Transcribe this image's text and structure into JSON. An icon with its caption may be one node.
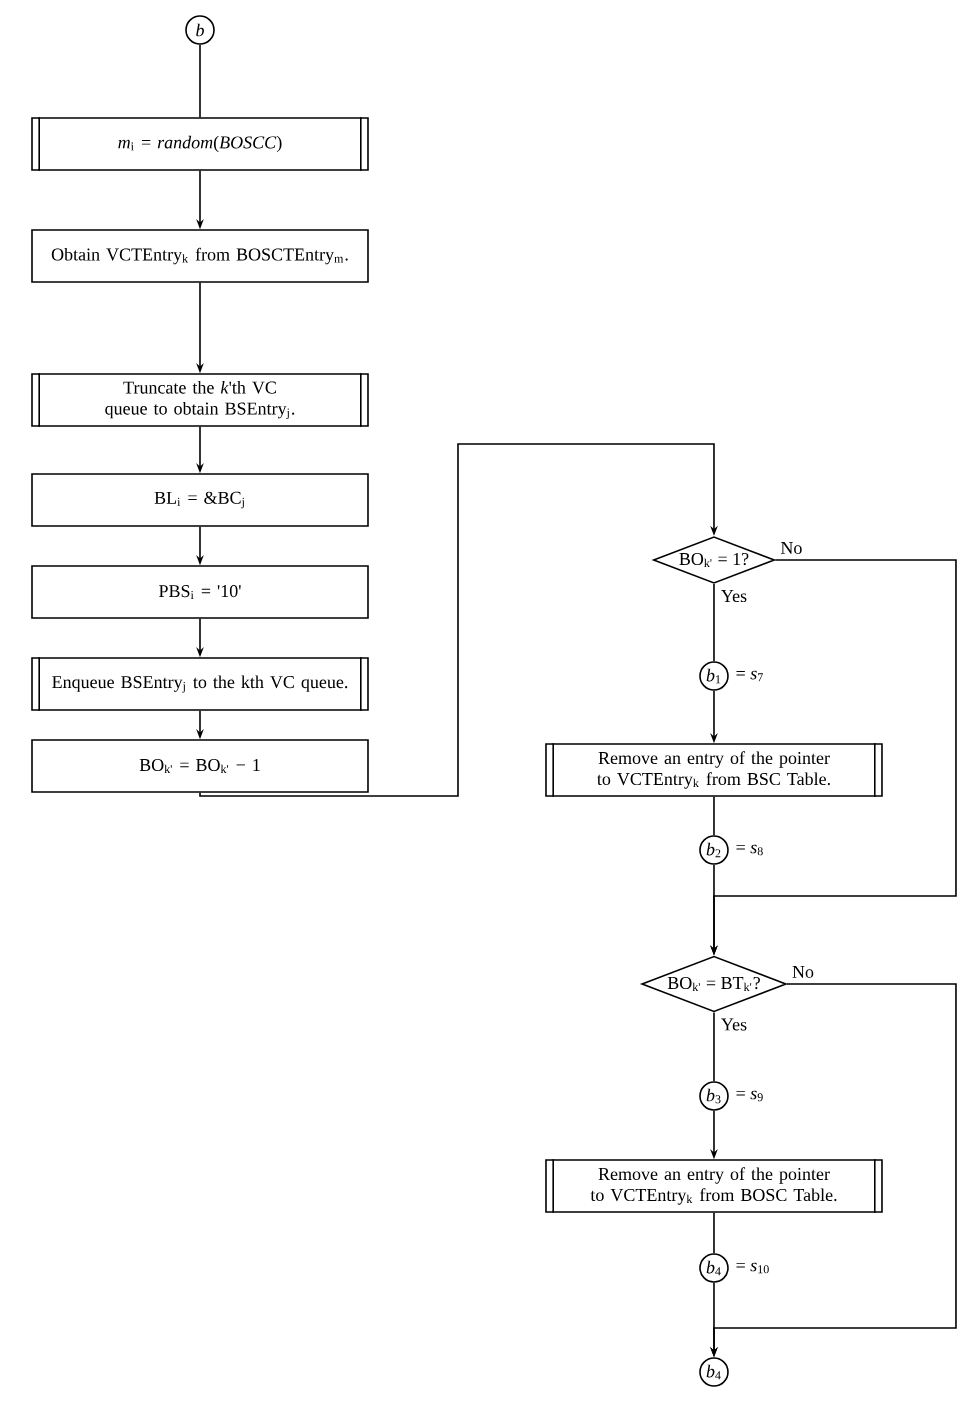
{
  "diagram": {
    "nodes": [
      {
        "text": [
          "*b*"
        ]
      },
      {
        "text": [
          "*m*$_{i}$ = *random*(*BOSCC*)"
        ]
      },
      {
        "text": [
          "Obtain VCTEntry$_{k}$ from BOSCTEntry$_{m}$."
        ]
      },
      {
        "text": [
          "Truncate the *k*'th VC queue to obtain BSEntry$_{j}$."
        ]
      },
      {
        "text": [
          "BL$_{i}$ = &BC$_{j}$"
        ]
      },
      {
        "text": [
          "PBS$_{i}$ = '10'"
        ]
      },
      {
        "text": [
          "Enqueue BSEntry$_{j}$ to the kth VC queue."
        ]
      },
      {
        "text": [
          "BO$_{k'}$ = BO$_{k'}$ − 1"
        ]
      },
      {
        "text": [
          "BO$_{k'}$ = 1?"
        ]
      },
      {
        "text": [
          "*b*$_{1}$"
        ],
        "beside": [
          "= *s*$_{7}$"
        ]
      },
      {
        "text": [
          "Remove an entry of the pointer to VCTEntry$_{k}$ from BSC Table."
        ]
      },
      {
        "text": [
          "*b*$_{2}$"
        ],
        "beside": [
          "= *s*$_{8}$"
        ]
      },
      {
        "text": [
          "BO$_{k'}$ = BT$_{k'}$?"
        ]
      },
      {
        "text": [
          "*b*$_{3}$"
        ],
        "beside": [
          "= *s*$_{9}$"
        ]
      },
      {
        "text": [
          "Remove an entry of the pointer to VCTEntry$_{k}$ from BOSC Table."
        ]
      },
      {
        "text": [
          "*b*$_{4}$"
        ],
        "beside": [
          "= *s*$_{10}$"
        ]
      },
      {
        "text": [
          "*b*$_{4}$"
        ]
      }
    ],
    "edges": [
      {
        "from": 0,
        "to": 1,
        "arrow": "none"
      },
      {
        "from": 1,
        "to": 2,
        "arrow": "to"
      },
      {
        "from": 2,
        "to": 3,
        "arrow": "to"
      },
      {
        "from": 3,
        "to": 4,
        "arrow": "to"
      },
      {
        "from": 4,
        "to": 5,
        "arrow": "to"
      },
      {
        "from": 5,
        "to": 6,
        "arrow": "to"
      },
      {
        "from": 6,
        "to": 7,
        "arrow": "to"
      },
      {
        "from": 7,
        "to": 8,
        "arrow": "to"
      },
      {
        "from": 8,
        "to": 9,
        "arrow": "none",
        "label": "Yes"
      },
      {
        "from": 9,
        "to": 10,
        "arrow": "to"
      },
      {
        "from": 10,
        "to": 11,
        "arrow": "none"
      },
      {
        "from": 11,
        "to": 12,
        "arrow": "to"
      },
      {
        "from": 8,
        "to": 12,
        "arrow": "to",
        "label": "No"
      },
      {
        "from": 12,
        "to": 13,
        "arrow": "none",
        "label": "Yes"
      },
      {
        "from": 13,
        "to": 14,
        "arrow": "to"
      },
      {
        "from": 14,
        "to": 15,
        "arrow": "none"
      },
      {
        "from": 15,
        "to": 16,
        "arrow": "to"
      },
      {
        "from": 12,
        "to": 16,
        "arrow": "to",
        "label": "No"
      }
    ]
  }
}
